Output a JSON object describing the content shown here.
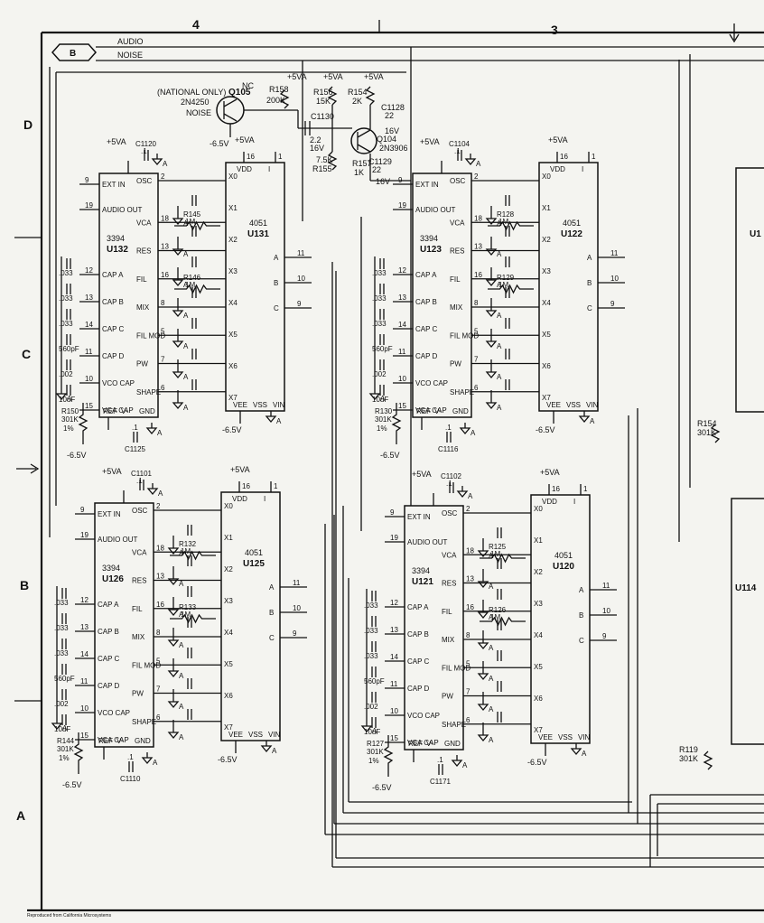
{
  "zones": {
    "top": [
      "4",
      "3"
    ],
    "side": [
      "D",
      "C",
      "B",
      "A"
    ]
  },
  "sheet_marker": "B",
  "buses": {
    "audio": "AUDIO",
    "noise": "NOISE"
  },
  "noise_source": {
    "note": "NC",
    "option": "(NATIONAL ONLY)",
    "part": "2N4250",
    "ref": "Q105",
    "signal": "NOISE",
    "supply_neg": "-6.5V",
    "supply_pos": "+5VA",
    "r1": "R158",
    "r1v": "200K",
    "r2": "R156",
    "r2v": "15K",
    "r3": "R154",
    "r3v": "2K",
    "r4": "R155",
    "r4v": "7.5K",
    "r5": "R157",
    "r5v": "1K",
    "c1": "C1130",
    "c1v": "2.2",
    "c1r": "16V",
    "c2": "C1128",
    "c2v": "22",
    "c2r": "16V",
    "c3": "C1129",
    "c3v": "22",
    "c3r": "16V",
    "q2": "Q104",
    "q2p": "2N3906"
  },
  "cells": [
    {
      "vco": "U132",
      "mux": "U131",
      "vco_part": "3394",
      "mux_part": "4051",
      "supply": "+5VA",
      "neg": "-6.5V",
      "top_cap": "C1120",
      "top_cap_val": ".1",
      "res_a": "R145",
      "res_a_val": "1M",
      "res_b": "R146",
      "res_b_val": "1M",
      "ref_res": "R150",
      "ref_res_val": "301K",
      "ref_tol": "1%",
      "bot_cap": "C1125",
      "bot_cap_val": ".1"
    },
    {
      "vco": "U123",
      "mux": "U122",
      "vco_part": "3394",
      "mux_part": "4051",
      "supply": "+5VA",
      "neg": "-6.5V",
      "top_cap": "C1104",
      "top_cap_val": ".1",
      "res_a": "R128",
      "res_a_val": "1M",
      "res_b": "R129",
      "res_b_val": "1M",
      "ref_res": "R130",
      "ref_res_val": "301K",
      "ref_tol": "1%",
      "bot_cap": "C1116",
      "bot_cap_val": ".1"
    },
    {
      "vco": "U126",
      "mux": "U125",
      "vco_part": "3394",
      "mux_part": "4051",
      "supply": "+5VA",
      "neg": "-6.5V",
      "top_cap": "C1101",
      "top_cap_val": ".1",
      "res_a": "R132",
      "res_a_val": "1M",
      "res_b": "R133",
      "res_b_val": "1M",
      "ref_res": "R144",
      "ref_res_val": "301K",
      "ref_tol": "1%",
      "bot_cap": "C1110",
      "bot_cap_val": ".1"
    },
    {
      "vco": "U121",
      "mux": "U120",
      "vco_part": "3394",
      "mux_part": "4051",
      "supply": "+5VA",
      "neg": "-6.5V",
      "top_cap": "C1102",
      "top_cap_val": ".1",
      "res_a": "R125",
      "res_a_val": "1M",
      "res_b": "R126",
      "res_b_val": "1M",
      "ref_res": "R127",
      "ref_res_val": "301K",
      "ref_tol": "1%",
      "bot_cap": "C1171",
      "bot_cap_val": ".1"
    }
  ],
  "vco_pins_left": [
    {
      "num": "9",
      "name": "EXT IN"
    },
    {
      "num": "19",
      "name": "AUDIO OUT"
    },
    {
      "num": "12",
      "name": "CAP A"
    },
    {
      "num": "13",
      "name": "CAP B"
    },
    {
      "num": "14",
      "name": "CAP C"
    },
    {
      "num": "11",
      "name": "CAP D"
    },
    {
      "num": "10",
      "name": "VCO CAP"
    },
    {
      "num": "15",
      "name": "VCA CAP"
    }
  ],
  "vco_pins_right": [
    {
      "num": "2",
      "name": "OSC"
    },
    {
      "num": "18",
      "name": "VCA"
    },
    {
      "num": "13",
      "name": "RES"
    },
    {
      "num": "16",
      "name": "FIL"
    },
    {
      "num": "8",
      "name": "MIX"
    },
    {
      "num": "5",
      "name": "FIL MOD"
    },
    {
      "num": "7",
      "name": "PW"
    },
    {
      "num": "6",
      "name": "SHAPE"
    }
  ],
  "vco_pins_bottom": [
    "REF",
    "V-",
    "GND"
  ],
  "mux_pins_left": [
    "X0",
    "X1",
    "X2",
    "X3",
    "X4",
    "X5",
    "X6",
    "X7"
  ],
  "mux_pins_right": [
    {
      "num": "11",
      "name": "A"
    },
    {
      "num": "10",
      "name": "B"
    },
    {
      "num": "9",
      "name": "C"
    }
  ],
  "mux_pins_top": [
    {
      "num": "16",
      "name": "VDD"
    },
    {
      "num": "1",
      "name": "I"
    }
  ],
  "mux_pins_bottom": [
    "VEE",
    "VSS",
    "VIN"
  ],
  "cap_values": [
    ".033",
    ".033",
    ".033",
    "560pF",
    ".002",
    "10uF"
  ],
  "right_partial": {
    "vco_a": "U1",
    "vco_b": "U114",
    "res_a": "R154",
    "res_a_val": "301K",
    "res_b": "R119",
    "res_b_val": "301K"
  },
  "ground_symbol": "A",
  "footer": "Reproduced from California Microsystems"
}
